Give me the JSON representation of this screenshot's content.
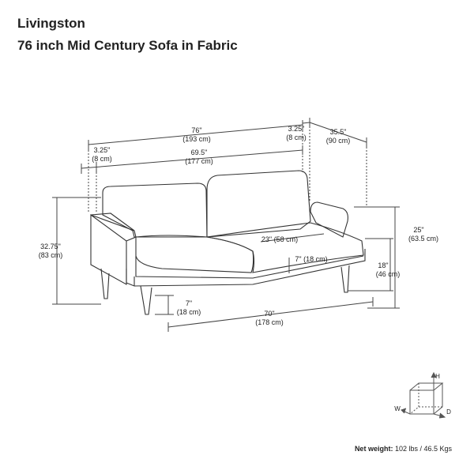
{
  "header": {
    "brand": "Livingston",
    "product": "76 inch Mid Century Sofa in Fabric"
  },
  "dimensions": {
    "overall_width": {
      "in": "76\"",
      "cm": "(193 cm)"
    },
    "arm_width_right": {
      "in": "3.25\"",
      "cm": "(8 cm)"
    },
    "overall_depth": {
      "in": "35.5\"",
      "cm": "(90 cm)"
    },
    "arm_width_left": {
      "in": "3.25\"",
      "cm": "(8 cm)"
    },
    "inner_width": {
      "in": "69.5\"",
      "cm": "(177 cm)"
    },
    "overall_height": {
      "in": "32.75\"",
      "cm": "(83 cm)"
    },
    "arm_height": {
      "in": "25\"",
      "cm": "(63.5 cm)"
    },
    "seat_depth": {
      "text": "23\" (58 cm)"
    },
    "cushion_height": {
      "text": "7\" (18 cm)"
    },
    "seat_height": {
      "in": "18\"",
      "cm": "(46 cm)"
    },
    "leg_height": {
      "in": "7\"",
      "cm": "(18 cm)"
    },
    "leg_span": {
      "in": "70\"",
      "cm": "(178 cm)"
    }
  },
  "axis_key": {
    "h": "H",
    "w": "W",
    "d": "D"
  },
  "footer": {
    "weight_label": "Net weight:",
    "weight_value": " 102 lbs / 46.5 Kgs"
  }
}
